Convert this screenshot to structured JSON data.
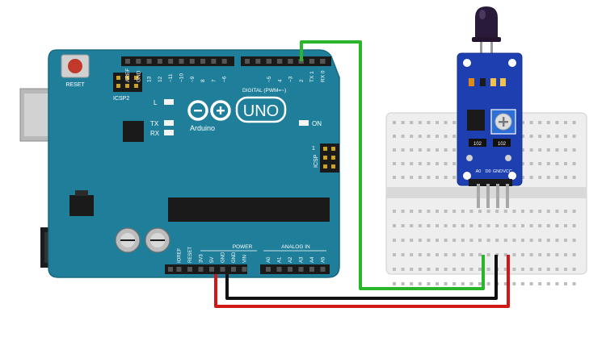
{
  "arduino": {
    "reset_label": "RESET",
    "icsp2_label": "ICSP2",
    "icsp_label": "ICSP",
    "led_l": "L",
    "led_tx": "TX",
    "led_rx": "RX",
    "on_label": "ON",
    "uno_label": "UNO",
    "brand_label": "Arduino",
    "digital_label": "DIGITAL (PWM=~)",
    "power_label": "POWER",
    "analog_label": "ANALOG IN",
    "top_pins": [
      "AREF",
      "GND",
      "13",
      "12",
      "~11",
      "~10",
      "~9",
      "8",
      "7",
      "~6",
      "~5",
      "4",
      "~3",
      "2",
      "TX 1",
      "RX 0"
    ],
    "power_pins": [
      "IOREF",
      "RESET",
      "3V3",
      "5V",
      "GND",
      "GND",
      "VIN"
    ],
    "analog_pins": [
      "A0",
      "A1",
      "A2",
      "A3",
      "A4",
      "A5"
    ],
    "icsp_pin1": "1"
  },
  "sensor": {
    "pins": [
      "A0",
      "D0",
      "GND",
      "VCC"
    ],
    "r102_a": "102",
    "r102_b": "102"
  },
  "wire_colors": {
    "signal": "#2ab52a",
    "ground": "#111111",
    "power": "#d01818"
  },
  "board_color": "#1f7f9b",
  "module_color": "#1d3fb0"
}
